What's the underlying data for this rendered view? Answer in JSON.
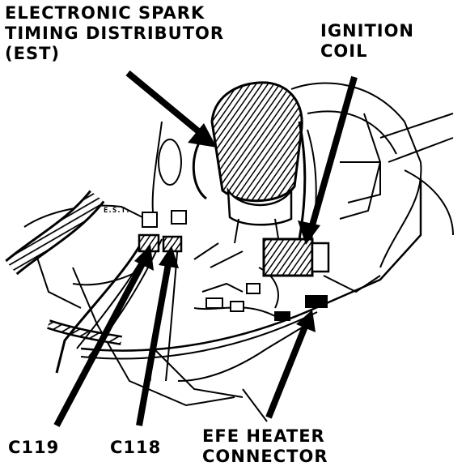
{
  "labels": {
    "est": [
      "ELECTRONIC SPARK",
      "TIMING DISTRIBUTOR",
      "(EST)"
    ],
    "coil": [
      "IGNITION",
      "COIL"
    ],
    "c119": "C119",
    "c118": "C118",
    "efe": [
      "EFE HEATER",
      "CONNECTOR"
    ],
    "est_stamp": "E.S.T."
  },
  "colors": {
    "ink": "#000000",
    "paper": "#ffffff"
  }
}
